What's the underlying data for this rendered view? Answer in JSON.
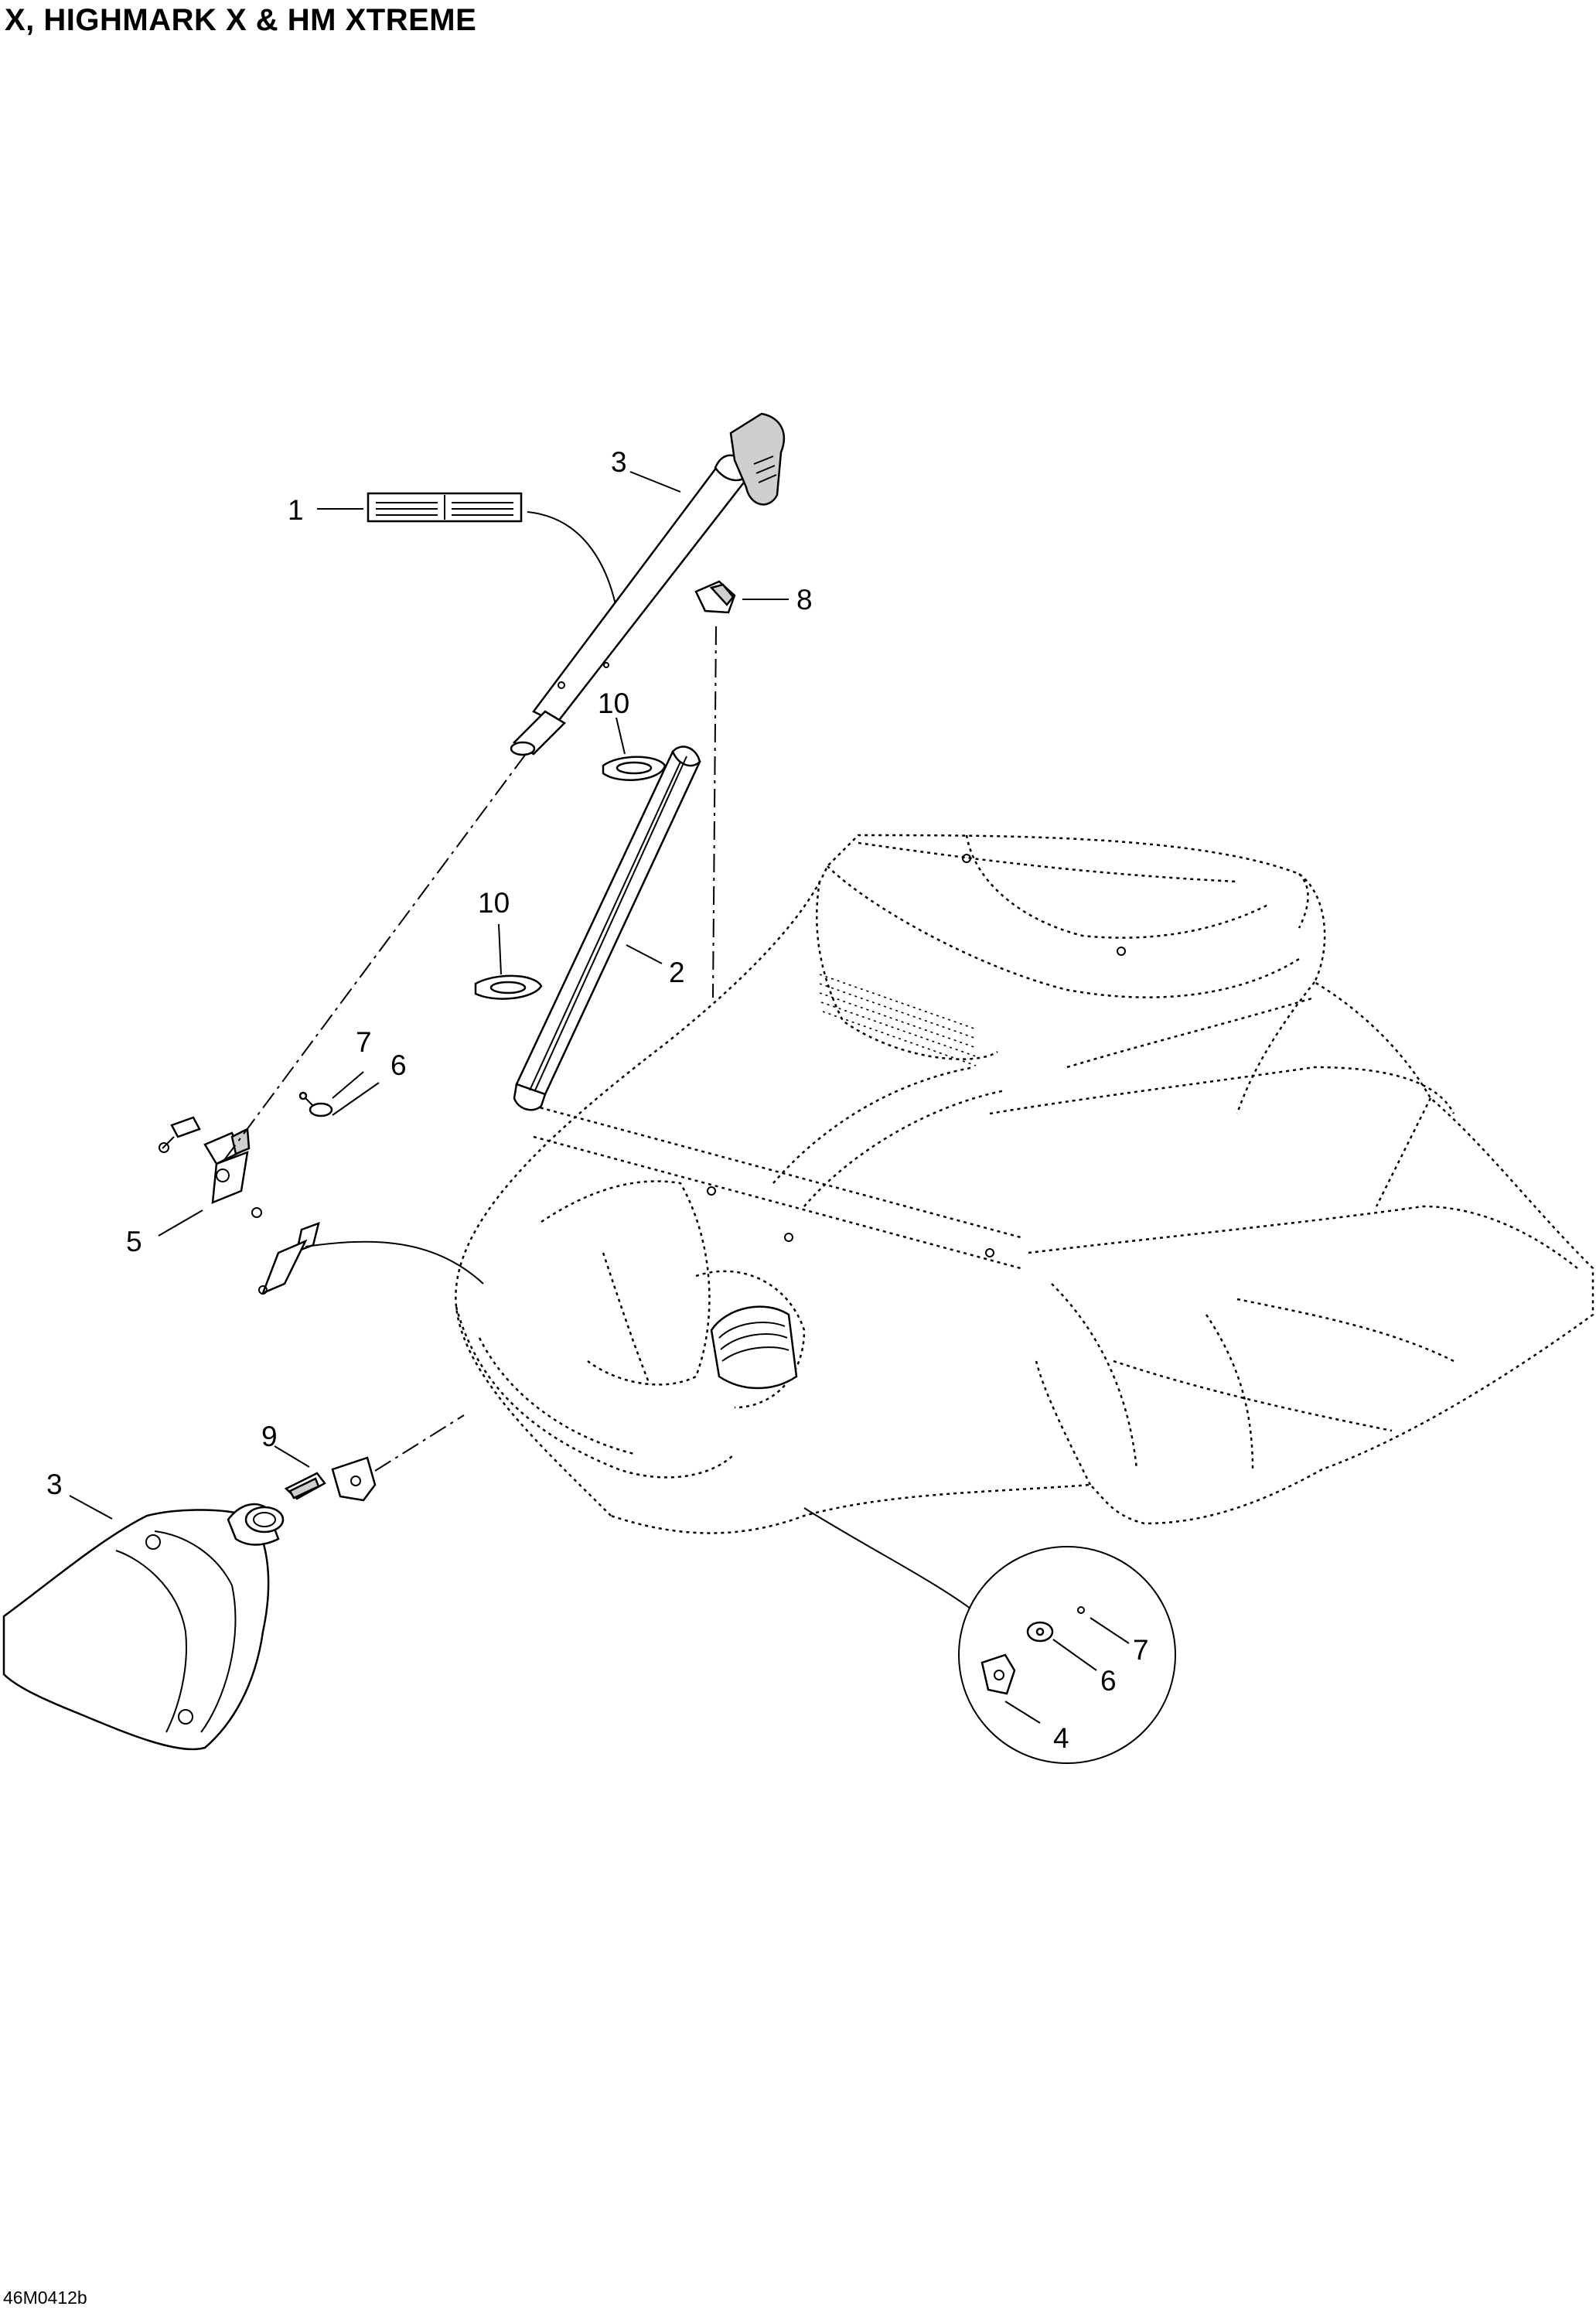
{
  "title": "X, HIGHMARK X & HM XTREME",
  "figure_code": "46M0412b",
  "callouts": [
    {
      "id": "label-1",
      "text": "1"
    },
    {
      "id": "label-2",
      "text": "2"
    },
    {
      "id": "label-3-top",
      "text": "3"
    },
    {
      "id": "label-3-bottom",
      "text": "3"
    },
    {
      "id": "label-4",
      "text": "4"
    },
    {
      "id": "label-5",
      "text": "5"
    },
    {
      "id": "label-6-left",
      "text": "6"
    },
    {
      "id": "label-6-detail",
      "text": "6"
    },
    {
      "id": "label-7-left",
      "text": "7"
    },
    {
      "id": "label-7-detail",
      "text": "7"
    },
    {
      "id": "label-8",
      "text": "8"
    },
    {
      "id": "label-9",
      "text": "9"
    },
    {
      "id": "label-10-top",
      "text": "10"
    },
    {
      "id": "label-10-bottom",
      "text": "10"
    }
  ],
  "colors": {
    "ink": "#000000",
    "paper": "#ffffff",
    "shade": "#cfcfcf"
  }
}
